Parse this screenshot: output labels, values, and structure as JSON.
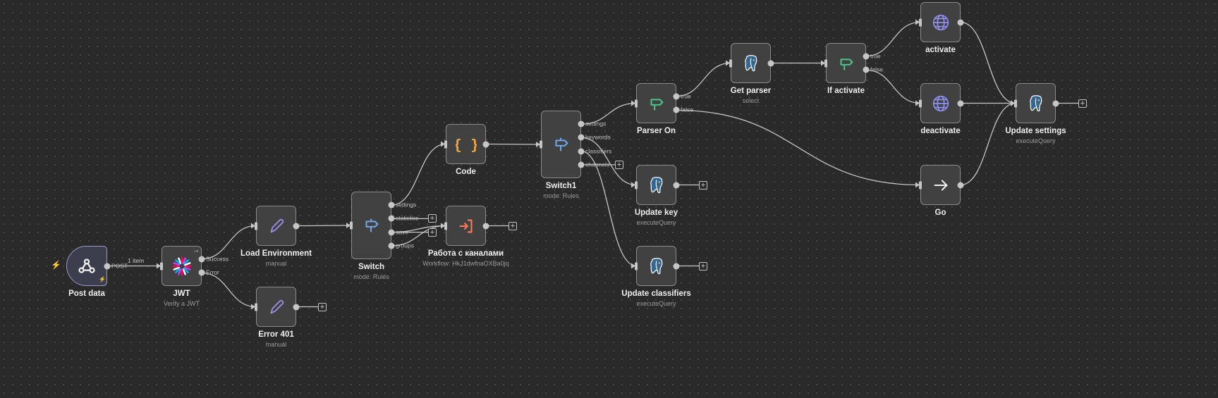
{
  "nodes": {
    "post_data": {
      "label": "Post data",
      "output": "POST"
    },
    "jwt": {
      "label": "JWT",
      "subtitle": "Verify a JWT",
      "outputs": [
        "Success",
        "Error"
      ]
    },
    "load_env": {
      "label": "Load Environment",
      "subtitle": "manual"
    },
    "error_401": {
      "label": "Error 401",
      "subtitle": "manual"
    },
    "switch": {
      "label": "Switch",
      "subtitle": "mode: Rules",
      "outputs": [
        "settings",
        "statistics",
        "save",
        "groups"
      ]
    },
    "code": {
      "label": "Code"
    },
    "rabota": {
      "label": "Работа с каналами",
      "subtitle": "Workflow: HkJ1dwfnaOXBa0jq"
    },
    "switch1": {
      "label": "Switch1",
      "subtitle": "mode: Rules",
      "outputs": [
        "settings",
        "keywords",
        "classifiers",
        "channels"
      ]
    },
    "parser_on": {
      "label": "Parser On",
      "outputs": [
        "true",
        "false"
      ]
    },
    "update_key": {
      "label": "Update key",
      "subtitle": "executeQuery"
    },
    "update_classifiers": {
      "label": "Update classifiers",
      "subtitle": "executeQuery"
    },
    "get_parser": {
      "label": "Get parser",
      "subtitle": "select"
    },
    "if_activate": {
      "label": "If activate",
      "outputs": [
        "true",
        "false"
      ]
    },
    "activate": {
      "label": "activate"
    },
    "deactivate": {
      "label": "deactivate"
    },
    "go": {
      "label": "Go"
    },
    "update_settings": {
      "label": "Update settings",
      "subtitle": "executeQuery"
    }
  },
  "edge_labels": {
    "post_to_jwt": "1 item"
  },
  "icons": {
    "post_data": "webhook-icon",
    "jwt": "jwt-icon",
    "load_env": "pencil-icon",
    "error_401": "pencil-icon",
    "switch": "signpost-icon",
    "code": "braces-icon",
    "rabota": "execute-workflow-icon",
    "switch1": "signpost-icon",
    "parser_on": "if-icon",
    "update_key": "postgres-icon",
    "update_classifiers": "postgres-icon",
    "get_parser": "postgres-icon",
    "if_activate": "if-icon",
    "activate": "globe-icon",
    "deactivate": "globe-icon",
    "go": "arrow-right-icon",
    "update_settings": "postgres-icon"
  },
  "colors": {
    "canvas": "#2a2a2a",
    "node_fill": "#414141",
    "node_border": "#8b8b8b",
    "trigger_border": "#9a97c6",
    "edge": "#c6c6c6",
    "switch_icon": "#6fa6e6",
    "if_icon": "#4cc38a",
    "pencil_icon": "#9a8ce0",
    "code_icon": "#f0a63a",
    "workflow_icon": "#ff7a59",
    "globe_icon": "#8f8ff0",
    "postgres_icon": "#336791",
    "trigger_bolt": "#ff6d5a"
  }
}
